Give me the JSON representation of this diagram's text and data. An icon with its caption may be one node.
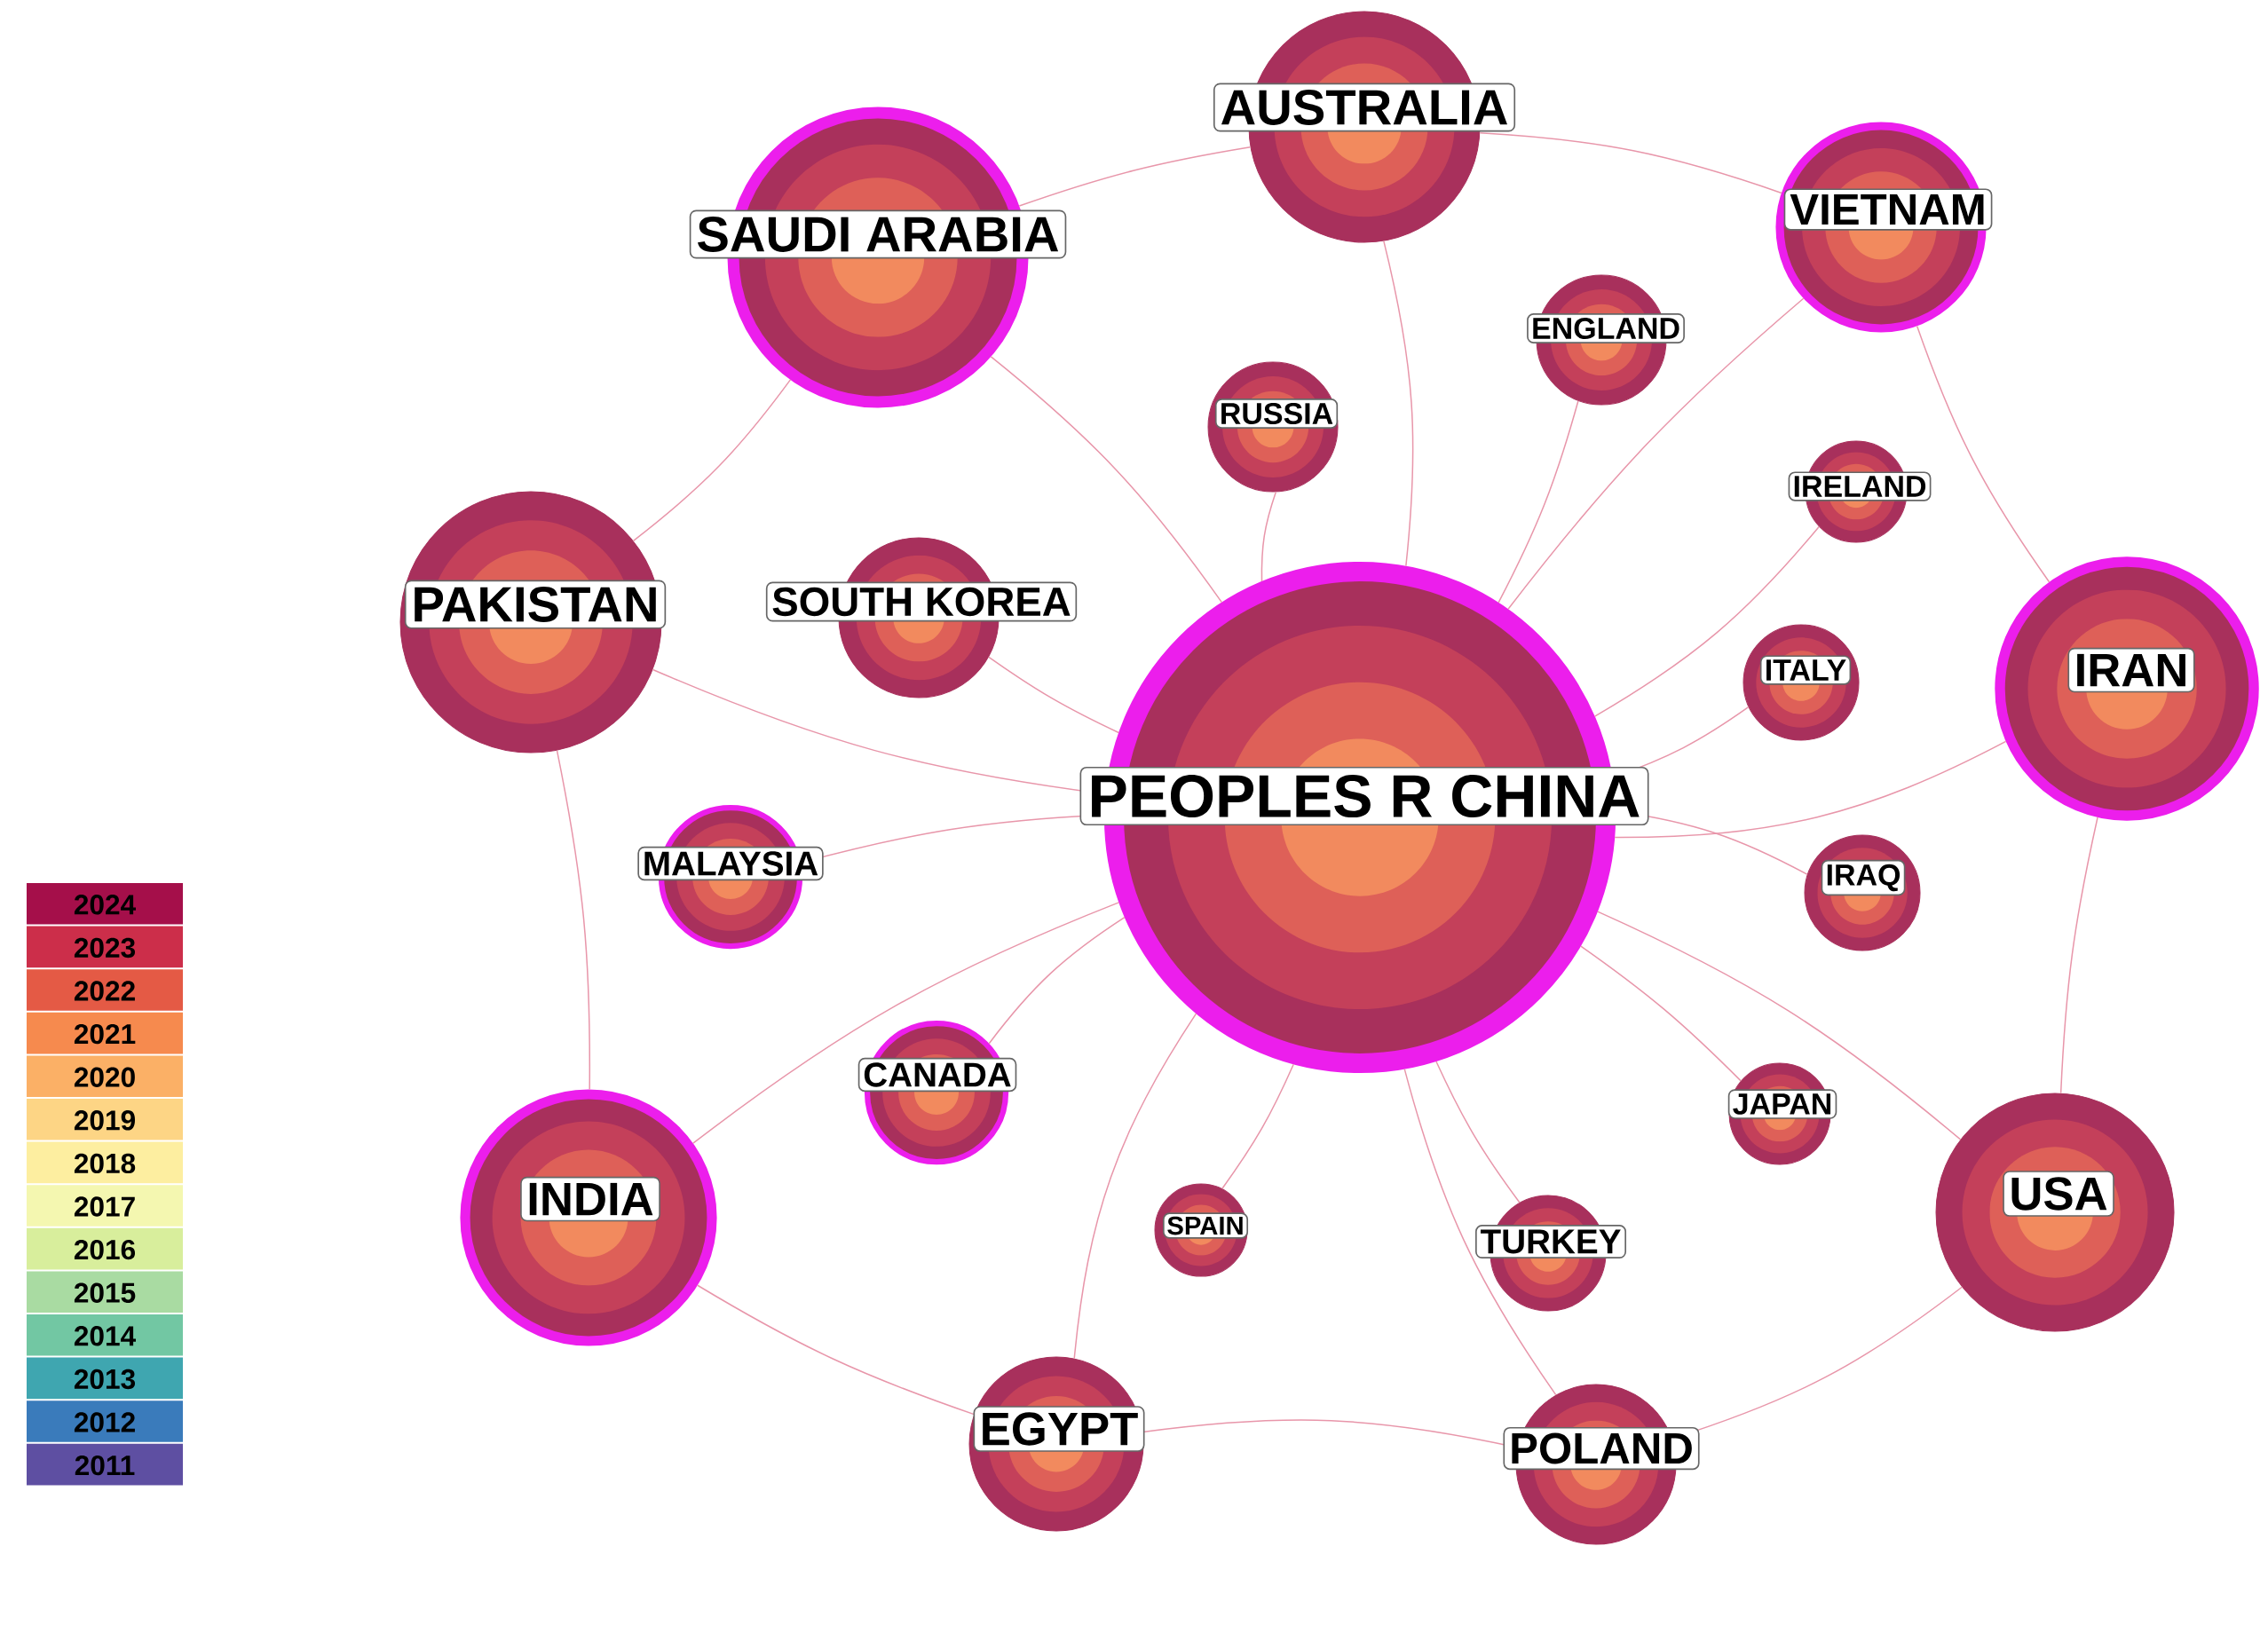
{
  "diagram": {
    "nodes": [
      {
        "text": [
          "AUSTRALIA"
        ]
      },
      {
        "text": [
          "SAUDI ARABIA"
        ]
      },
      {
        "text": [
          "VIETNAM"
        ]
      },
      {
        "text": [
          "ENGLAND"
        ]
      },
      {
        "text": [
          "RUSSIA"
        ]
      },
      {
        "text": [
          "IRELAND"
        ]
      },
      {
        "text": [
          "SOUTH KOREA"
        ]
      },
      {
        "text": [
          "PAKISTAN"
        ]
      },
      {
        "text": [
          "ITALY"
        ]
      },
      {
        "text": [
          "IRAN"
        ]
      },
      {
        "text": [
          "PEOPLES R CHINA"
        ]
      },
      {
        "text": [
          "MALAYSIA"
        ]
      },
      {
        "text": [
          "IRAQ"
        ]
      },
      {
        "text": [
          "CANADA"
        ]
      },
      {
        "text": [
          "JAPAN"
        ]
      },
      {
        "text": [
          "USA"
        ]
      },
      {
        "text": [
          "INDIA"
        ]
      },
      {
        "text": [
          "SPAIN"
        ]
      },
      {
        "text": [
          "TURKEY"
        ]
      },
      {
        "text": [
          "EGYPT"
        ]
      },
      {
        "text": [
          "POLAND"
        ]
      }
    ],
    "edges": [
      {
        "from": 10,
        "to": 0,
        "arrow": "none"
      },
      {
        "from": 10,
        "to": 1,
        "arrow": "none"
      },
      {
        "from": 10,
        "to": 2,
        "arrow": "none"
      },
      {
        "from": 10,
        "to": 3,
        "arrow": "none"
      },
      {
        "from": 10,
        "to": 4,
        "arrow": "none"
      },
      {
        "from": 10,
        "to": 5,
        "arrow": "none"
      },
      {
        "from": 10,
        "to": 6,
        "arrow": "none"
      },
      {
        "from": 10,
        "to": 7,
        "arrow": "none"
      },
      {
        "from": 10,
        "to": 8,
        "arrow": "none"
      },
      {
        "from": 10,
        "to": 9,
        "arrow": "none"
      },
      {
        "from": 10,
        "to": 11,
        "arrow": "none"
      },
      {
        "from": 10,
        "to": 12,
        "arrow": "none"
      },
      {
        "from": 10,
        "to": 13,
        "arrow": "none"
      },
      {
        "from": 10,
        "to": 14,
        "arrow": "none"
      },
      {
        "from": 10,
        "to": 15,
        "arrow": "none"
      },
      {
        "from": 10,
        "to": 16,
        "arrow": "none"
      },
      {
        "from": 10,
        "to": 17,
        "arrow": "none"
      },
      {
        "from": 10,
        "to": 18,
        "arrow": "none"
      },
      {
        "from": 10,
        "to": 19,
        "arrow": "none"
      },
      {
        "from": 10,
        "to": 20,
        "arrow": "none"
      },
      {
        "from": 1,
        "to": 0,
        "arrow": "none"
      },
      {
        "from": 0,
        "to": 2,
        "arrow": "none"
      },
      {
        "from": 7,
        "to": 1,
        "arrow": "none"
      },
      {
        "from": 7,
        "to": 16,
        "arrow": "none"
      },
      {
        "from": 16,
        "to": 19,
        "arrow": "none"
      },
      {
        "from": 19,
        "to": 20,
        "arrow": "none"
      },
      {
        "from": 20,
        "to": 15,
        "arrow": "none"
      },
      {
        "from": 15,
        "to": 9,
        "arrow": "none"
      },
      {
        "from": 9,
        "to": 2,
        "arrow": "none"
      }
    ],
    "legend": [
      {
        "text": "2024",
        "color": "#a50f4a"
      },
      {
        "text": "2023",
        "color": "#cc2e4a"
      },
      {
        "text": "2022",
        "color": "#e45a45"
      },
      {
        "text": "2021",
        "color": "#f68a4e"
      },
      {
        "text": "2020",
        "color": "#fbb066"
      },
      {
        "text": "2019",
        "color": "#fdd585"
      },
      {
        "text": "2018",
        "color": "#fdeea0"
      },
      {
        "text": "2017",
        "color": "#f4f7b0"
      },
      {
        "text": "2016",
        "color": "#d8ee9c"
      },
      {
        "text": "2015",
        "color": "#a9dba2"
      },
      {
        "text": "2014",
        "color": "#72c7a3"
      },
      {
        "text": "2013",
        "color": "#3fa6b0"
      },
      {
        "text": "2012",
        "color": "#3a7bbb"
      },
      {
        "text": "2011",
        "color": "#5e4fa2"
      }
    ]
  }
}
